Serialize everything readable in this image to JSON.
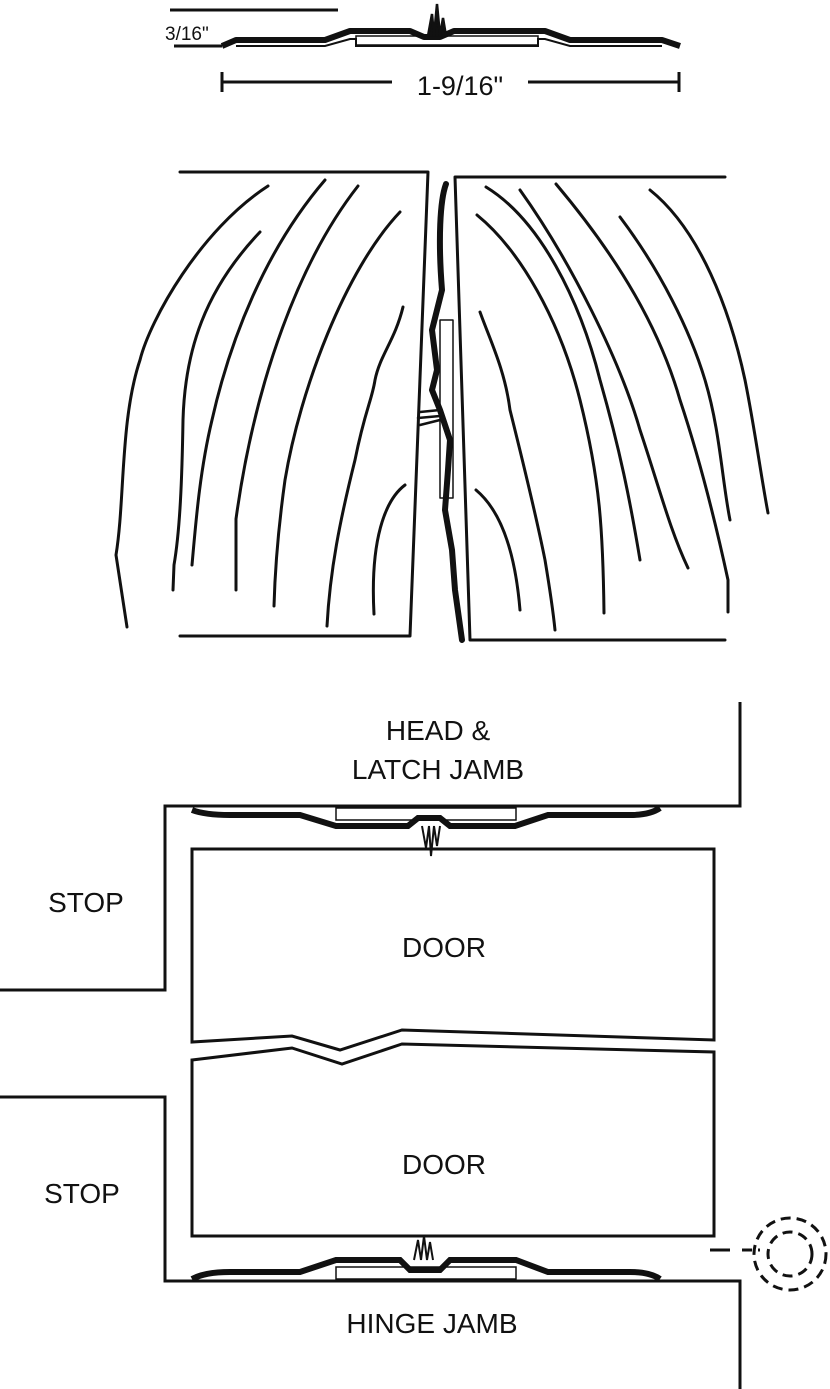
{
  "dimensions": {
    "thickness": "3/16\"",
    "width": "1-9/16\""
  },
  "labels": {
    "head_latch_line1": "HEAD &",
    "head_latch_line2": "LATCH JAMB",
    "stop_top": "STOP",
    "door_top": "DOOR",
    "door_bottom": "DOOR",
    "stop_bottom": "STOP",
    "hinge_jamb": "HINGE JAMB"
  },
  "colors": {
    "ink": "#111111",
    "background": "#ffffff"
  }
}
